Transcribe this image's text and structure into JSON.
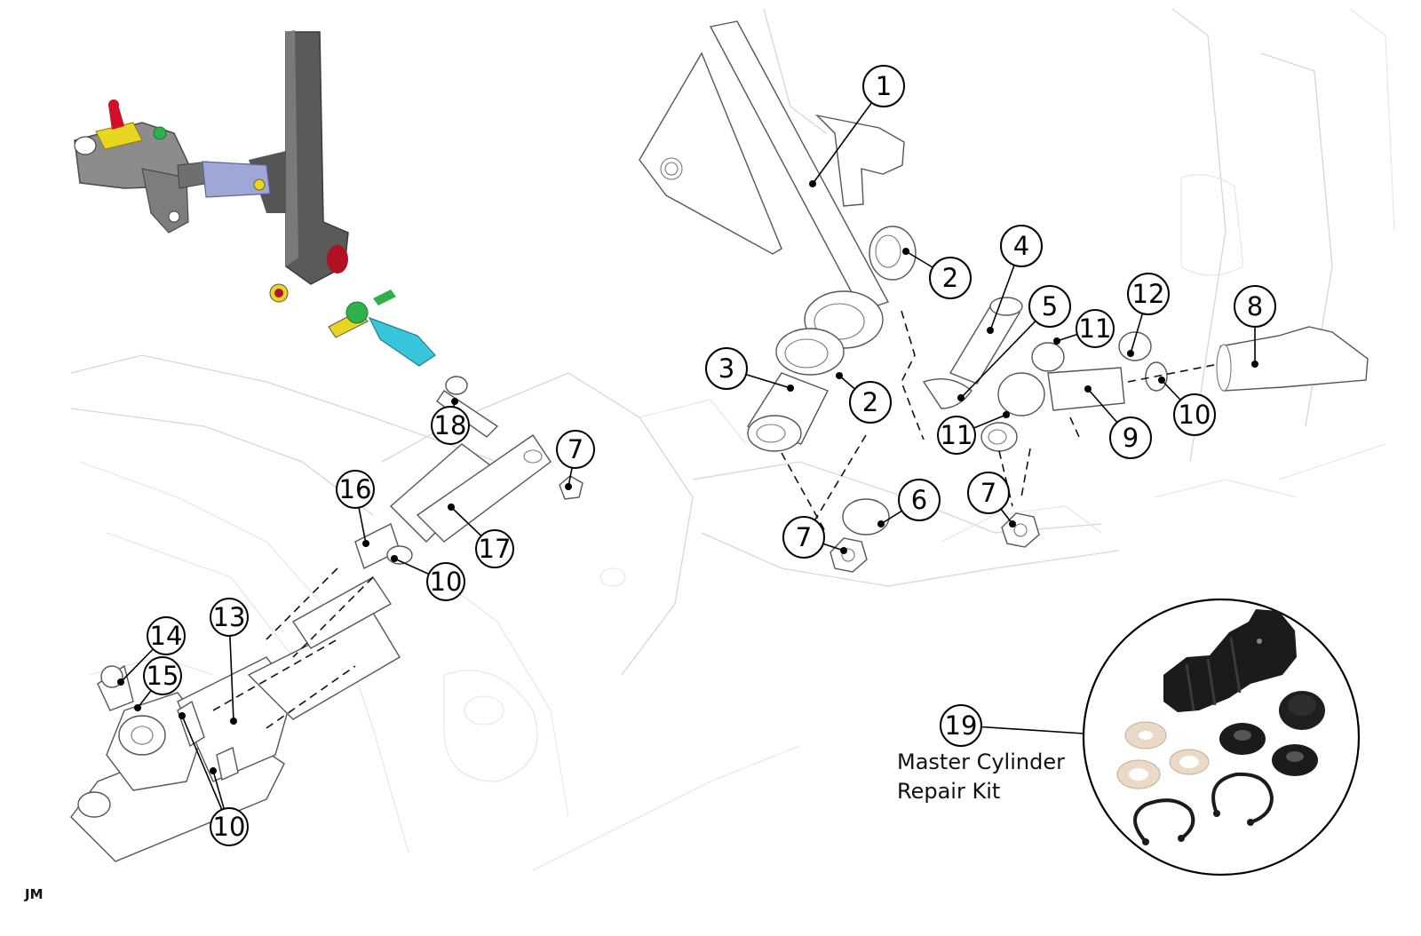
{
  "kit": {
    "label": "Master Cylinder\nRepair Kit"
  },
  "credit": "JM",
  "colors": {
    "rubber": "#1b1b1b",
    "washer": "#e9d9c6",
    "casting": "#8c8c8c",
    "bleed_cap": "#d0102a",
    "clamp": "#e8d521",
    "fitting_green": "#2fb04a",
    "clevis_blue": "#9fa7d6",
    "rod_cyan": "#38c6dc",
    "pedal": "#5a5a5a"
  },
  "callouts": [
    {
      "n": "1"
    },
    {
      "n": "2"
    },
    {
      "n": "2"
    },
    {
      "n": "3"
    },
    {
      "n": "4"
    },
    {
      "n": "5"
    },
    {
      "n": "6"
    },
    {
      "n": "7"
    },
    {
      "n": "7"
    },
    {
      "n": "7"
    },
    {
      "n": "8"
    },
    {
      "n": "9"
    },
    {
      "n": "10"
    },
    {
      "n": "10"
    },
    {
      "n": "10"
    },
    {
      "n": "11"
    },
    {
      "n": "11"
    },
    {
      "n": "12"
    },
    {
      "n": "13"
    },
    {
      "n": "14"
    },
    {
      "n": "15"
    },
    {
      "n": "16"
    },
    {
      "n": "17"
    },
    {
      "n": "18"
    },
    {
      "n": "19"
    }
  ]
}
